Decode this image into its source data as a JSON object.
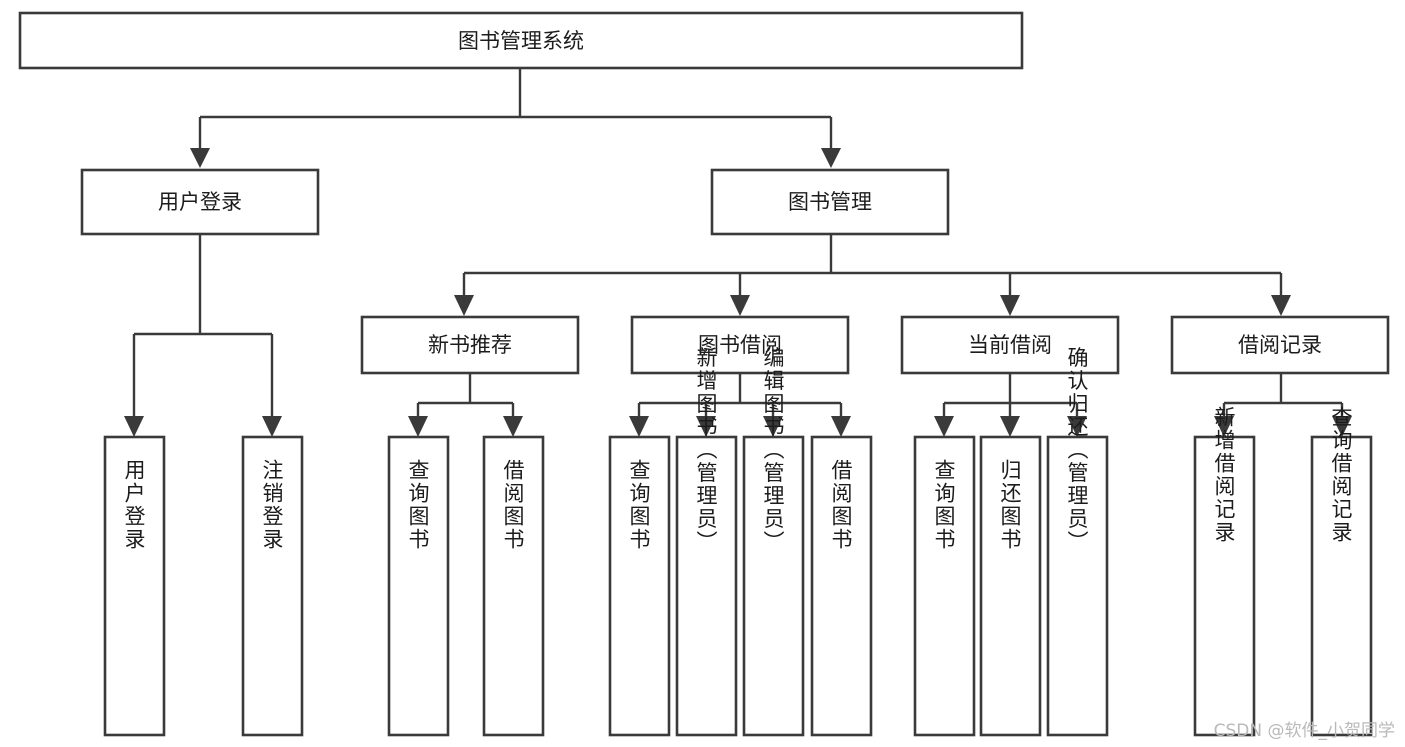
{
  "diagram": {
    "title": "图书管理系统",
    "type": "tree-hierarchy-diagram",
    "watermark": "CSDN @软件_小贺同学",
    "colors": {
      "background": "#ffffff",
      "box_stroke": "#3a3a3a",
      "box_fill": "#ffffff",
      "connector": "#3a3a3a",
      "text": "#1c1c1c",
      "watermark": "#b9b9b9"
    },
    "levels": {
      "root": "图书管理系统",
      "level1": [
        "用户登录",
        "图书管理"
      ],
      "level2": [
        "新书推荐",
        "图书借阅",
        "当前借阅",
        "借阅记录"
      ]
    },
    "nodes": {
      "root": {
        "label": "图书管理系统",
        "orientation": "horizontal"
      },
      "user_login": {
        "label": "用户登录",
        "orientation": "horizontal"
      },
      "book_manage": {
        "label": "图书管理",
        "orientation": "horizontal"
      },
      "new_book_rec": {
        "label": "新书推荐",
        "orientation": "horizontal"
      },
      "book_borrow": {
        "label": "图书借阅",
        "orientation": "horizontal"
      },
      "current_borrow": {
        "label": "当前借阅",
        "orientation": "horizontal"
      },
      "borrow_record": {
        "label": "借阅记录",
        "orientation": "horizontal"
      },
      "leaf_1": {
        "label": "用户登录",
        "orientation": "vertical"
      },
      "leaf_2": {
        "label": "注销登录",
        "orientation": "vertical"
      },
      "leaf_3": {
        "label": "查询图书",
        "orientation": "vertical"
      },
      "leaf_4": {
        "label": "借阅图书",
        "orientation": "vertical"
      },
      "leaf_5": {
        "label": "查询图书",
        "orientation": "vertical"
      },
      "leaf_6": {
        "label": "新增图书（管理员）",
        "orientation": "vertical"
      },
      "leaf_7": {
        "label": "编辑图书（管理员）",
        "orientation": "vertical"
      },
      "leaf_8": {
        "label": "借阅图书",
        "orientation": "vertical"
      },
      "leaf_9": {
        "label": "查询图书",
        "orientation": "vertical"
      },
      "leaf_10": {
        "label": "归还图书",
        "orientation": "vertical"
      },
      "leaf_11": {
        "label": "确认归还（管理员）",
        "orientation": "vertical"
      },
      "leaf_12": {
        "label": "新增借阅记录",
        "orientation": "vertical"
      },
      "leaf_13": {
        "label": "查询借阅记录",
        "orientation": "vertical"
      }
    }
  }
}
